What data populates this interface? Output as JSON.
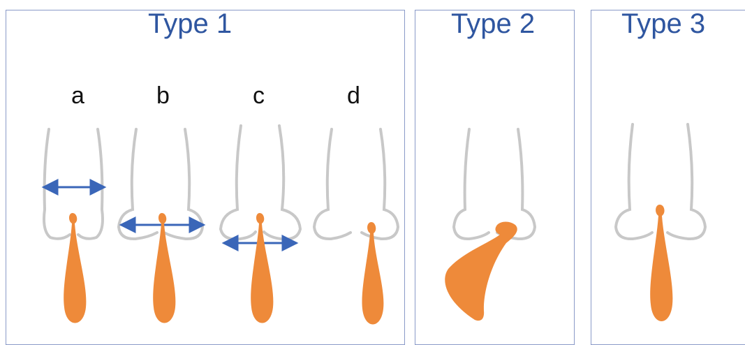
{
  "panels": [
    {
      "title": "Type 1",
      "sub_labels": [
        "a",
        "b",
        "c",
        "d"
      ]
    },
    {
      "title": "Type 2"
    },
    {
      "title": "Type 3"
    }
  ],
  "colors": {
    "frame": "#8a9ac8",
    "title_text": "#2f56a0",
    "outline": "#c8c8c8",
    "shape_fill": "#ee8a3a",
    "arrow": "#3a66b8"
  }
}
